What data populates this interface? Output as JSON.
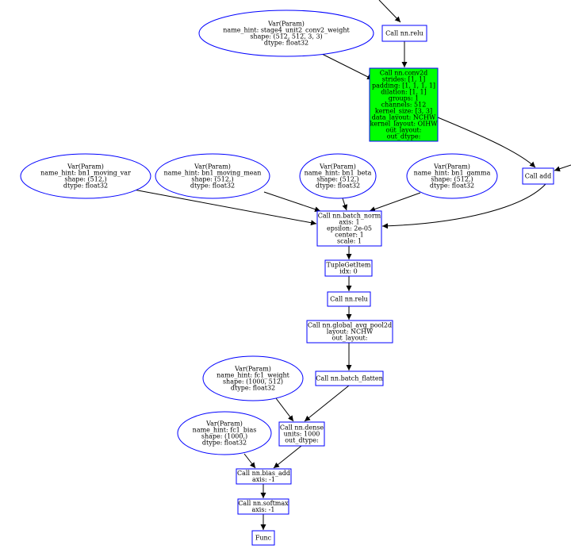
{
  "colors": {
    "node_border": "#0000ff",
    "highlight_fill": "#00ff00",
    "edge": "#000000",
    "background": "#ffffff"
  },
  "nodes": {
    "conv_weight": [
      "Var(Param)",
      "name_hint: stage4_unit2_conv2_weight",
      "shape: (512, 512, 3, 3)",
      "dtype: float32"
    ],
    "relu_top": [
      "Call nn.relu"
    ],
    "conv2d": [
      "Call nn.conv2d",
      "strides: [1, 1]",
      "padding: [1, 1, 1, 1]",
      "dilation: [1, 1]",
      "groups: 1",
      "channels: 512",
      "kernel_size: [3, 3]",
      "data_layout: NCHW",
      "kernel_layout: OIHW",
      "out_layout:",
      "out_dtype:"
    ],
    "add": [
      "Call add"
    ],
    "moving_var": [
      "Var(Param)",
      "name_hint: bn1_moving_var",
      "shape: (512,)",
      "dtype: float32"
    ],
    "moving_mean": [
      "Var(Param)",
      "name_hint: bn1_moving_mean",
      "shape: (512,)",
      "dtype: float32"
    ],
    "beta": [
      "Var(Param)",
      "name_hint: bn1_beta",
      "shape: (512,)",
      "dtype: float32"
    ],
    "gamma": [
      "Var(Param)",
      "name_hint: bn1_gamma",
      "shape: (512,)",
      "dtype: float32"
    ],
    "batch_norm": [
      "Call nn.batch_norm",
      "axis: 1",
      "epsilon: 2e-05",
      "center: 1",
      "scale: 1"
    ],
    "tuple_get": [
      "TupleGetItem",
      "idx: 0"
    ],
    "relu": [
      "Call nn.relu"
    ],
    "avg_pool": [
      "Call nn.global_avg_pool2d",
      "layout: NCHW",
      "out_layout:"
    ],
    "fc1_weight": [
      "Var(Param)",
      "name_hint: fc1_weight",
      "shape: (1000, 512)",
      "dtype: float32"
    ],
    "batch_flatten": [
      "Call nn.batch_flatten"
    ],
    "fc1_bias": [
      "Var(Param)",
      "name_hint: fc1_bias",
      "shape: (1000,)",
      "dtype: float32"
    ],
    "dense": [
      "Call nn.dense",
      "units: 1000",
      "out_dtype:"
    ],
    "bias_add": [
      "Call nn.bias_add",
      "axis: -1"
    ],
    "softmax": [
      "Call nn.softmax",
      "axis: -1"
    ],
    "func": [
      "Func"
    ]
  }
}
